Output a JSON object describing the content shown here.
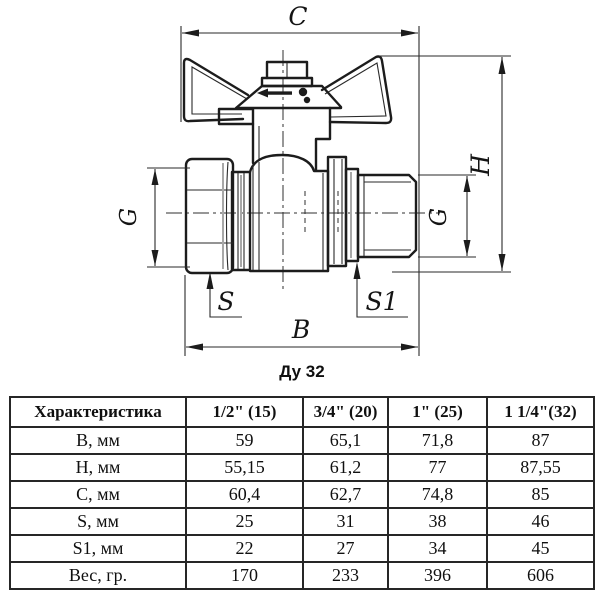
{
  "drawing": {
    "labels": {
      "c": "C",
      "h": "H",
      "b": "B",
      "g_left": "G",
      "g_right": "G",
      "s": "S",
      "s1": "S1"
    },
    "caption": "Ду 32"
  },
  "table": {
    "header": [
      "Характеристика",
      "1/2\" (15)",
      "3/4\" (20)",
      "1\" (25)",
      "1 1/4\"(32)"
    ],
    "rows": [
      [
        "B, мм",
        "59",
        "65,1",
        "71,8",
        "87"
      ],
      [
        "H, мм",
        "55,15",
        "61,2",
        "77",
        "87,55"
      ],
      [
        "C, мм",
        "60,4",
        "62,7",
        "74,8",
        "85"
      ],
      [
        "S, мм",
        "25",
        "31",
        "38",
        "46"
      ],
      [
        "S1, мм",
        "22",
        "27",
        "34",
        "45"
      ],
      [
        "Вес, гр.",
        "170",
        "233",
        "396",
        "606"
      ]
    ]
  },
  "colors": {
    "line": "#1c1c1c",
    "background": "#ffffff"
  }
}
